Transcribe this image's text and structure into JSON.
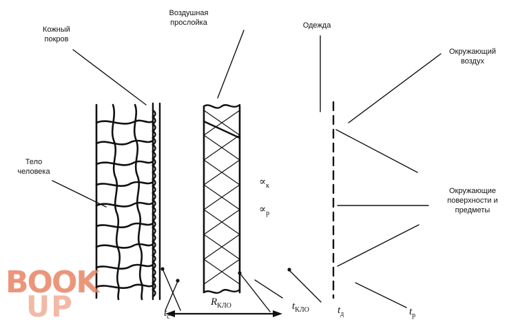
{
  "labels": {
    "skin": [
      "Кожный",
      "покров"
    ],
    "air_layer": [
      "Воздушная",
      "прослойка"
    ],
    "clothing": "Одежда",
    "ambient_air": [
      "Окружающий",
      "воздух"
    ],
    "body": [
      "Тело",
      "человека"
    ],
    "surroundings": [
      "Окружающие",
      "поверхности и",
      "предметы"
    ]
  },
  "symbols": {
    "alpha_k": {
      "main": "∝",
      "sub": "к"
    },
    "alpha_r": {
      "main": "∝",
      "sub": "р"
    },
    "t_c": {
      "main": "t",
      "sub": "c"
    },
    "r_klo": {
      "main": "R",
      "sub": "КЛО"
    },
    "t_klo": {
      "main": "t",
      "sub": "КЛО"
    },
    "t_d": {
      "main": "t",
      "sub": "д"
    },
    "t_r": {
      "main": "t",
      "sub": "р"
    }
  },
  "watermark": {
    "line1": "BOOK",
    "line2": "UP"
  },
  "colors": {
    "ink": "#111111",
    "watermark": "#e88464"
  }
}
